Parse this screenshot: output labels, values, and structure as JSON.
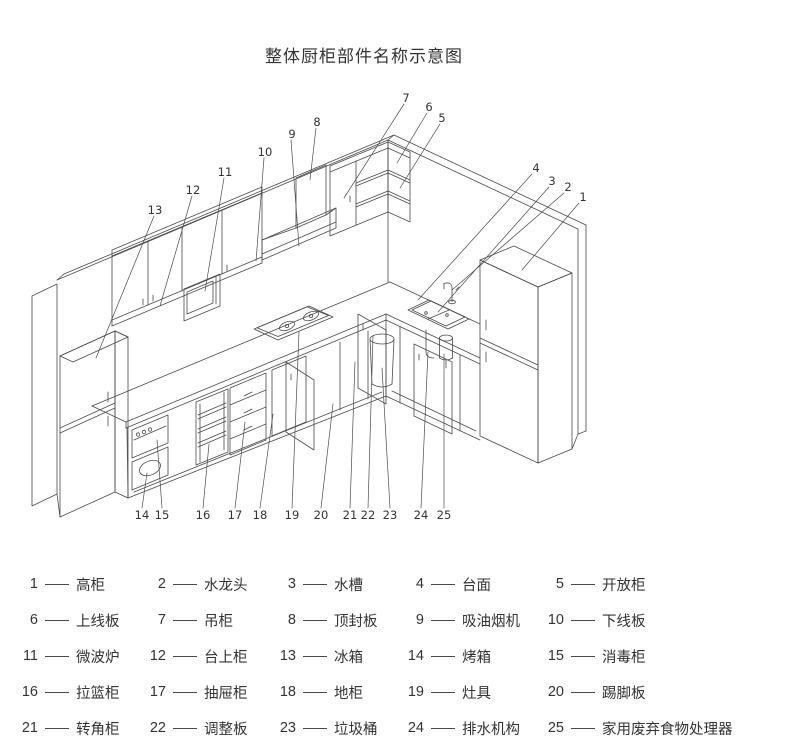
{
  "title": "整体厨柜部件名称示意图",
  "legend": {
    "items": [
      {
        "num": "1",
        "label": "高柜"
      },
      {
        "num": "2",
        "label": "水龙头"
      },
      {
        "num": "3",
        "label": "水槽"
      },
      {
        "num": "4",
        "label": "台面"
      },
      {
        "num": "5",
        "label": "开放柜"
      },
      {
        "num": "6",
        "label": "上线板"
      },
      {
        "num": "7",
        "label": "吊柜"
      },
      {
        "num": "8",
        "label": "顶封板"
      },
      {
        "num": "9",
        "label": "吸油烟机"
      },
      {
        "num": "10",
        "label": "下线板"
      },
      {
        "num": "11",
        "label": "微波炉"
      },
      {
        "num": "12",
        "label": "台上柜"
      },
      {
        "num": "13",
        "label": "冰箱"
      },
      {
        "num": "14",
        "label": "烤箱"
      },
      {
        "num": "15",
        "label": "消毒柜"
      },
      {
        "num": "16",
        "label": "拉篮柜"
      },
      {
        "num": "17",
        "label": "抽屉柜"
      },
      {
        "num": "18",
        "label": "地柜"
      },
      {
        "num": "19",
        "label": "灶具"
      },
      {
        "num": "20",
        "label": "踢脚板"
      },
      {
        "num": "21",
        "label": "转角柜"
      },
      {
        "num": "22",
        "label": "调整板"
      },
      {
        "num": "23",
        "label": "垃圾桶"
      },
      {
        "num": "24",
        "label": "排水机构"
      },
      {
        "num": "25",
        "label": "家用废弃食物处理器"
      }
    ]
  }
}
